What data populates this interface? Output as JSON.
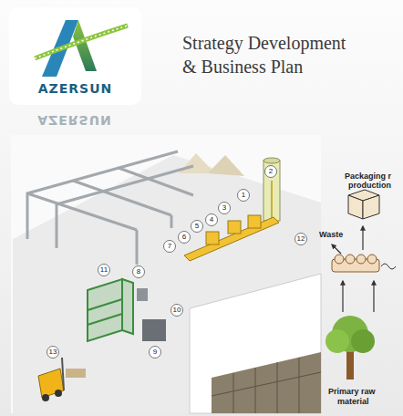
{
  "diagram": {
    "title": "Strategy Development & Business Plan",
    "nodes": [
      {
        "text": [
          "AZERSUN"
        ]
      }
    ],
    "labels": [
      "AZERSUN",
      "1",
      "2",
      "3",
      "4",
      "5",
      "6",
      "7",
      "8",
      "9",
      "10",
      "11",
      "12",
      "13",
      "Packaging r",
      "production",
      "Waste",
      "Primary raw",
      "material"
    ]
  }
}
